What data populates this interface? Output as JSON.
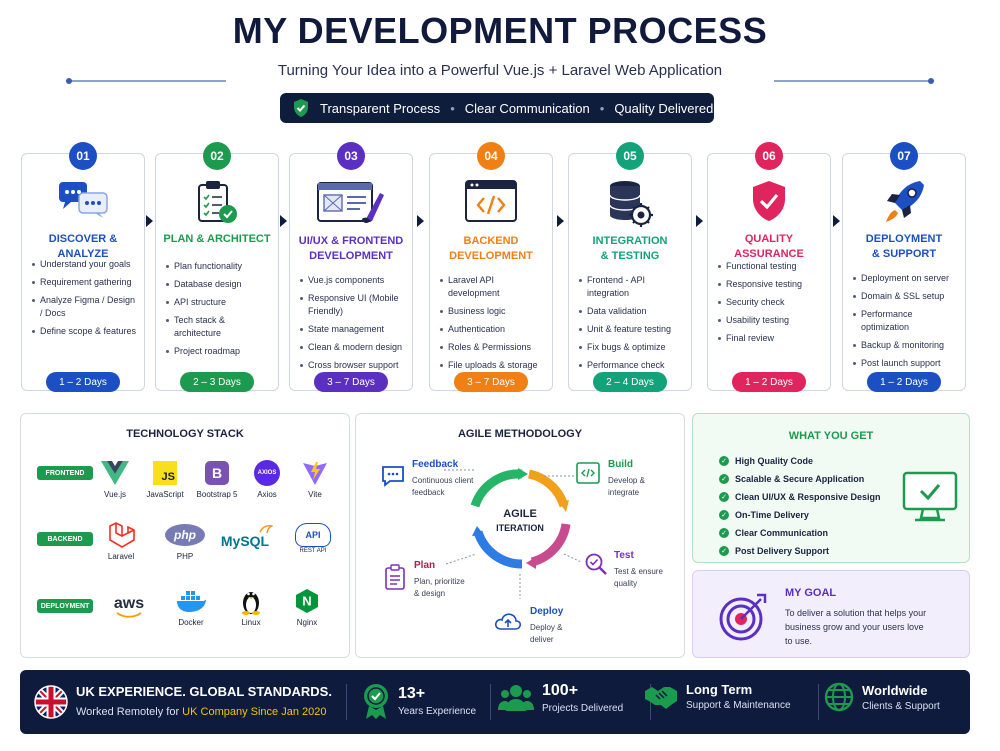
{
  "header": {
    "title": "MY DEVELOPMENT PROCESS",
    "subtitle": "Turning Your Idea into a Powerful Vue.js + Laravel Web Application",
    "pill": [
      "Transparent Process",
      "Clear Communication",
      "Quality Delivered"
    ]
  },
  "steps": [
    {
      "num": "01",
      "title": [
        "DISCOVER & ANALYZE"
      ],
      "items": [
        "Understand your goals",
        "Requirement gathering",
        "Analyze Figma / Design / Docs",
        "Define scope & features"
      ],
      "days": "1 – 2 Days",
      "color": "#1c4fc4"
    },
    {
      "num": "02",
      "title": [
        "PLAN & ARCHITECT"
      ],
      "items": [
        "Plan functionality",
        "Database design",
        "API structure",
        "Tech stack & architecture",
        "Project roadmap"
      ],
      "days": "2 – 3 Days",
      "color": "#1c9b4f"
    },
    {
      "num": "03",
      "title": [
        "UI/UX & FRONTEND",
        "DEVELOPMENT"
      ],
      "items": [
        "Vue.js components",
        "Responsive UI (Mobile Friendly)",
        "State management",
        "Clean & modern design",
        "Cross browser support"
      ],
      "days": "3 – 7 Days",
      "color": "#5b2fc2"
    },
    {
      "num": "04",
      "title": [
        "BACKEND",
        "DEVELOPMENT"
      ],
      "items": [
        "Laravel API development",
        "Business logic",
        "Authentication",
        "Roles & Permissions",
        "File uploads & storage"
      ],
      "days": "3 – 7 Days",
      "color": "#f07f14"
    },
    {
      "num": "05",
      "title": [
        "INTEGRATION",
        "& TESTING"
      ],
      "items": [
        "Frontend - API integration",
        "Data validation",
        "Unit & feature testing",
        "Fix bugs & optimize",
        "Performance check"
      ],
      "days": "2 – 4 Days",
      "color": "#12a37a"
    },
    {
      "num": "06",
      "title": [
        "QUALITY ASSURANCE"
      ],
      "items": [
        "Functional testing",
        "Responsive testing",
        "Security check",
        "Usability testing",
        "Final review"
      ],
      "days": "1 – 2 Days",
      "color": "#e0245e"
    },
    {
      "num": "07",
      "title": [
        "DEPLOYMENT",
        "& SUPPORT"
      ],
      "items": [
        "Deployment on server",
        "Domain & SSL setup",
        "Performance optimization",
        "Backup & monitoring",
        "Post launch support"
      ],
      "days": "1 – 2 Days",
      "color": "#1c4fc4"
    }
  ],
  "tech_stack": {
    "title": "TECHNOLOGY STACK",
    "rows": [
      {
        "label": "FRONTEND",
        "items": [
          "Vue.js",
          "JavaScript",
          "Bootstrap 5",
          "Axios",
          "Vite"
        ]
      },
      {
        "label": "BACKEND",
        "items": [
          "Laravel",
          "PHP",
          "",
          "REST API"
        ]
      },
      {
        "label": "DEPLOYMENT",
        "items": [
          "",
          "Docker",
          "Linux",
          "Nginx"
        ]
      }
    ],
    "logos": {
      "js": "JS",
      "bootstrap": "B",
      "axios": "AXIOS",
      "php": "php",
      "mysql": "MySQL",
      "api": "API",
      "aws": "aws",
      "nginx": "N"
    }
  },
  "agile": {
    "title": "AGILE METHODOLOGY",
    "center": [
      "AGILE",
      "ITERATION"
    ],
    "steps": [
      {
        "title": "Feedback",
        "desc": [
          "Continuous client",
          "feedback"
        ]
      },
      {
        "title": "Build",
        "desc": [
          "Develop &",
          "integrate"
        ]
      },
      {
        "title": "Test",
        "desc": [
          "Test & ensure",
          "quality"
        ]
      },
      {
        "title": "Deploy",
        "desc": [
          "Deploy &",
          "deliver"
        ]
      },
      {
        "title": "Plan",
        "desc": [
          "Plan, prioritize",
          "& design"
        ]
      }
    ]
  },
  "what_you_get": {
    "title": "WHAT YOU GET",
    "items": [
      "High Quality Code",
      "Scalable & Secure Application",
      "Clean UI/UX & Responsive Design",
      "On-Time Delivery",
      "Clear Communication",
      "Post Delivery Support"
    ]
  },
  "goal": {
    "title": "MY GOAL",
    "text": [
      "To deliver a solution that helps your",
      "business grow and your users love",
      "to use."
    ]
  },
  "footer": {
    "uk_title": "UK EXPERIENCE. GLOBAL STANDARDS.",
    "uk_prefix": "Worked Remotely for ",
    "uk_highlight": "UK Company Since Jan 2020",
    "stats": [
      {
        "big": "13+",
        "small": "Years Experience"
      },
      {
        "big": "100+",
        "small": "Projects Delivered"
      },
      {
        "big": "Long Term",
        "small": "Support & Maintenance"
      },
      {
        "big": "Worldwide",
        "small": "Clients & Support"
      }
    ]
  },
  "colors": {
    "navy": "#0e1b3c",
    "green": "#1c9b4f",
    "highlight": "#f5c400"
  }
}
